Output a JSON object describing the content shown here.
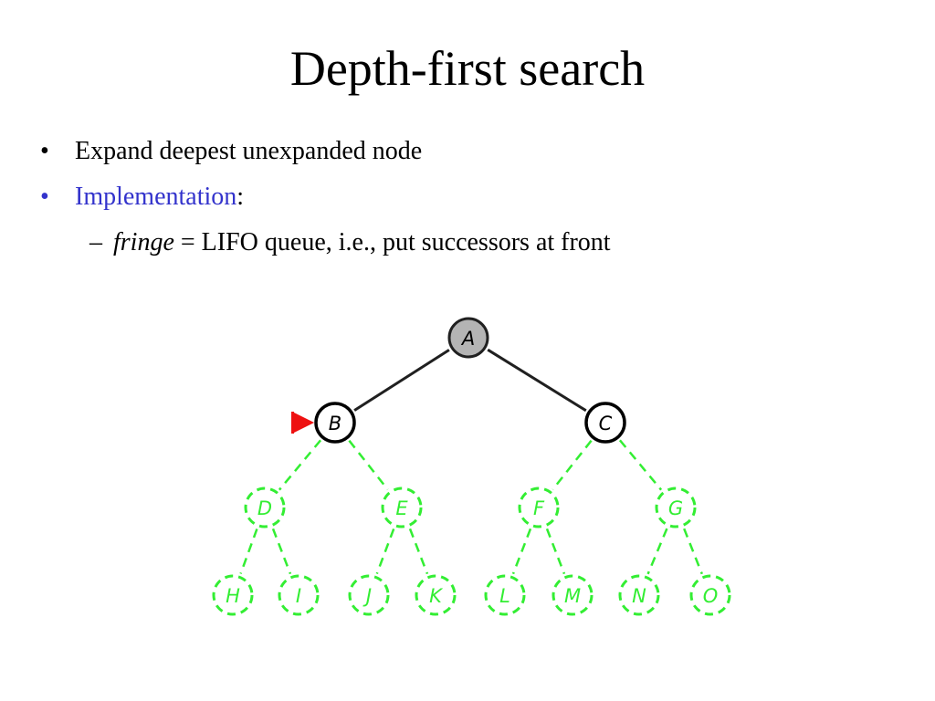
{
  "slide": {
    "title": "Depth-first search",
    "bullets": [
      {
        "marker": "•",
        "text": "Expand deepest unexpanded node"
      },
      {
        "marker": "•",
        "text": "Implementation",
        "suffix": ":"
      }
    ],
    "sub_bullets": [
      {
        "marker": "–",
        "term": "fringe",
        "text": " = LIFO queue, i.e., put successors at front"
      }
    ]
  },
  "tree": {
    "colors": {
      "expanded_fill": "#b4b4b4",
      "expanded_stroke": "#202020",
      "fringe_stroke": "#000000",
      "unvisited": "#33ee33",
      "pointer": "#ee1111",
      "edge": "#202020"
    },
    "nodes": [
      {
        "id": "A",
        "label": "A",
        "state": "expanded"
      },
      {
        "id": "B",
        "label": "B",
        "state": "fringe",
        "pointer": true
      },
      {
        "id": "C",
        "label": "C",
        "state": "fringe"
      },
      {
        "id": "D",
        "label": "D",
        "state": "unvisited"
      },
      {
        "id": "E",
        "label": "E",
        "state": "unvisited"
      },
      {
        "id": "F",
        "label": "F",
        "state": "unvisited"
      },
      {
        "id": "G",
        "label": "G",
        "state": "unvisited"
      },
      {
        "id": "H",
        "label": "H",
        "state": "unvisited"
      },
      {
        "id": "I",
        "label": "I",
        "state": "unvisited"
      },
      {
        "id": "J",
        "label": "J",
        "state": "unvisited"
      },
      {
        "id": "K",
        "label": "K",
        "state": "unvisited"
      },
      {
        "id": "L",
        "label": "L",
        "state": "unvisited"
      },
      {
        "id": "M",
        "label": "M",
        "state": "unvisited"
      },
      {
        "id": "N",
        "label": "N",
        "state": "unvisited"
      },
      {
        "id": "O",
        "label": "O",
        "state": "unvisited"
      }
    ],
    "edges": [
      {
        "from": "A",
        "to": "B",
        "state": "solid"
      },
      {
        "from": "A",
        "to": "C",
        "state": "solid"
      },
      {
        "from": "B",
        "to": "D",
        "state": "dashed"
      },
      {
        "from": "B",
        "to": "E",
        "state": "dashed"
      },
      {
        "from": "C",
        "to": "F",
        "state": "dashed"
      },
      {
        "from": "C",
        "to": "G",
        "state": "dashed"
      },
      {
        "from": "D",
        "to": "H",
        "state": "dashed"
      },
      {
        "from": "D",
        "to": "I",
        "state": "dashed"
      },
      {
        "from": "E",
        "to": "J",
        "state": "dashed"
      },
      {
        "from": "E",
        "to": "K",
        "state": "dashed"
      },
      {
        "from": "F",
        "to": "L",
        "state": "dashed"
      },
      {
        "from": "F",
        "to": "M",
        "state": "dashed"
      },
      {
        "from": "G",
        "to": "N",
        "state": "dashed"
      },
      {
        "from": "G",
        "to": "O",
        "state": "dashed"
      }
    ]
  }
}
